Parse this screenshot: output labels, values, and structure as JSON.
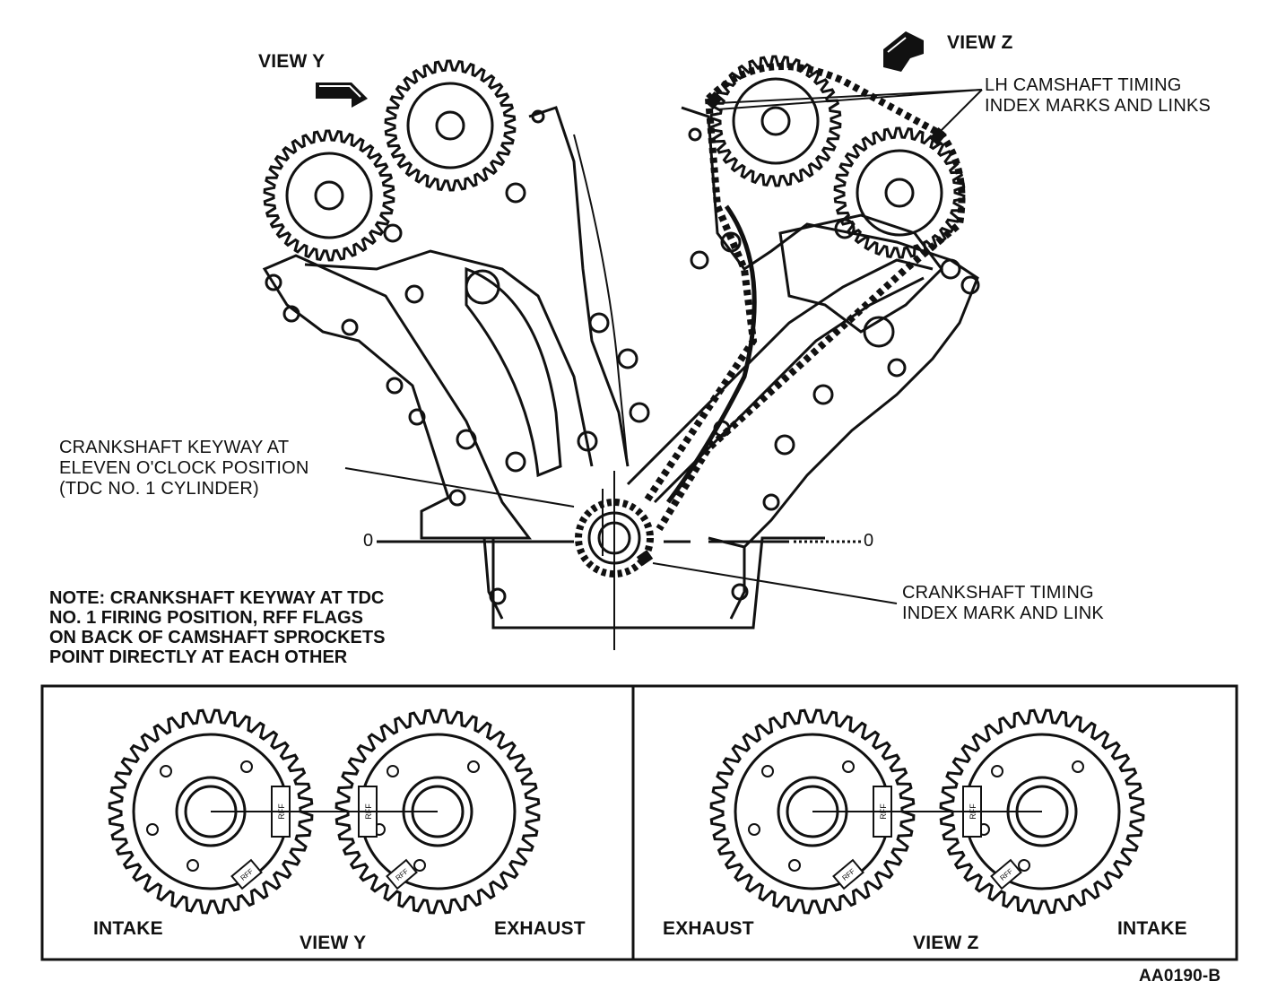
{
  "labels": {
    "view_y": "VIEW Y",
    "view_z": "VIEW Z",
    "lh_cam_mark_1": "LH CAMSHAFT TIMING",
    "lh_cam_mark_2": "INDEX MARKS AND LINKS",
    "crank_keyway_1": "CRANKSHAFT KEYWAY AT",
    "crank_keyway_2": "ELEVEN O'CLOCK POSITION",
    "crank_keyway_3": "(TDC NO. 1 CYLINDER)",
    "crank_timing_1": "CRANKSHAFT TIMING",
    "crank_timing_2": "INDEX MARK AND LINK",
    "zero_left": "0",
    "zero_right": "0"
  },
  "note": [
    "NOTE: CRANKSHAFT KEYWAY AT TDC",
    "NO. 1 FIRING POSITION, RFF FLAGS",
    "ON BACK OF CAMSHAFT SPROCKETS",
    "POINT DIRECTLY AT EACH OTHER"
  ],
  "panel_y": {
    "left": "INTAKE",
    "center": "VIEW Y",
    "right": "EXHAUST"
  },
  "panel_z": {
    "left": "EXHAUST",
    "center": "VIEW Z",
    "right": "INTAKE"
  },
  "flag_text": "RFF",
  "figure_id": "AA0190-B",
  "colors": {
    "ink": "#111111",
    "paper": "#ffffff"
  }
}
